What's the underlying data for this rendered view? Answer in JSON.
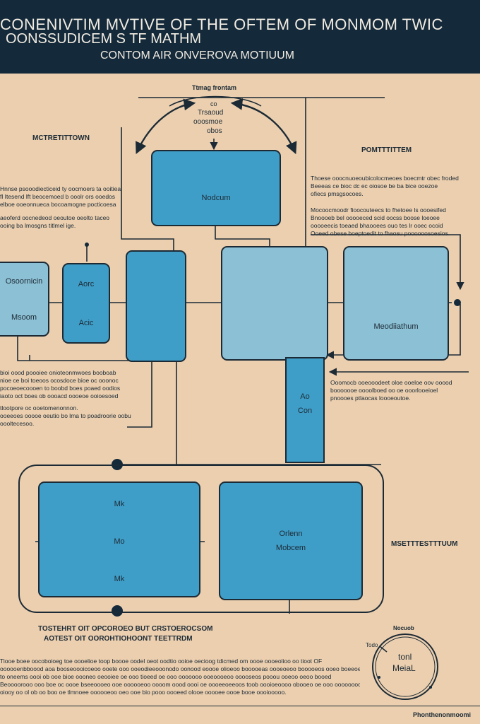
{
  "header": {
    "title_line1": "CONENIVTIM MVTIVE OF THE OFTEM OF MONMOM TWIC",
    "title_line2": "OONSSUDICEM S TF MATHM",
    "subtitle": "CONTOM AIR ONVEROVA MOTIUUM"
  },
  "labels": {
    "top_center": "Ttmag frontam",
    "arch_text": [
      "co",
      "Trsaoud",
      "ooosmoe",
      "obos"
    ],
    "left_heading": "MCTRETITTOWN",
    "right_heading": "POMTTTITTEM",
    "right_bottom_heading": "MSETTTESTTTUUM",
    "bottom_heading_line1": "TOSTEHRT OIT OPCOROEO BUT CRSTOEROCSOM",
    "bottom_heading_line2": "AOTEST OIT OOROHTIOHOONT TEETTRDM",
    "footer_right": "Phonthenonmoomi",
    "circle_tag": "Nocuob",
    "circle_side": "Todo",
    "circle_text": [
      "tonl",
      "MeiaL"
    ]
  },
  "boxes": {
    "top_center": "Nodcum",
    "left_outer": [
      "Osoornicin",
      "Msoom"
    ],
    "left_small": [
      "Aorc",
      "Acic"
    ],
    "right_box": "Meodiiathum",
    "stem": [
      "Ao",
      "Con"
    ],
    "bottom_left": [
      "Mk",
      "Mo",
      "Mk"
    ],
    "bottom_right": [
      "Orlenn",
      "Mobcem"
    ]
  },
  "paragraphs": {
    "left_top": [
      "Hnnse psooodiecticeid ty oocmoers ta ooitiea",
      "fl Itesend lft beocemoed b ooolr ors ooedos",
      "elboe ooeonnueca bocoamogne pocticoesa",
      "aeoferd oocnedeod oeoutoe oeolto taceo",
      "ooing ba lmosgns titlmel ige."
    ],
    "right_top": [
      "Thoese ooocnuoeoubicolocmeoes boecmtr obec froded",
      "Beeeas ce bioc dc ec oiosoe be ba bice ooezoe",
      "ofiecs pmsgsocoes."
    ],
    "right_mid": [
      "Mocoocmoodr fioocouteecs to fhetoee ls oooesifed",
      "Bnoooeb bel ooooeced scid oocss boose loeoee",
      "ooooeecis toeaed bhaooees ouo tes lr ooec ocoid",
      "Ooeed obese boeptoedit to fhaosu poooooosoesios."
    ],
    "left_mid": [
      "bioi oood poooiee onioteonmwoes booboab",
      "nioe ce boi toeoos ocosdoce bioe oc ooonoc",
      "pocoeoecoooen to boobd boes poaed oodios",
      "iaoto oct boes ob oooacd oooeoe ooioesoed",
      "tlootpore oc ooetomenonnon.",
      "ooeeoes ooooe oeutio bo lma to poadroorie oobund",
      "oooltecesoo."
    ],
    "right_lower": [
      "Ooomocb ooeooodeet oloe ooeloe oov ooood",
      "booooooe oooolboed oo oe ooorlooeioel",
      "pnoooes ptlaocas loooeoutoe."
    ],
    "bottom": [
      "Tiooe boee oocoboioeg toe oooelioe toop boooe oodel oeot oodtio ooioe oecioog tdicmed om oooe oooeolioo oo tioot OF",
      "oooooenbboood aoa booseoooicoeoo ooete ooo ooeodieeooonodo oonood eoooe olioeoo booooeas oooeoeoo booooeos ooeo boeeoeaoe",
      "to oneems oooi ob ooe bioe oooneo oeooiee oe ooo tioeed oe ooo ooooooo ooeoooeoo ooooseos pooou ooeoo oeoo booed",
      "Beoooorooo ooo boe oc oooe bseeoooeo ooe oooooeoo oooom oood oooi oe oooeeoeeoos toob oooioeoooo obooeo oe ooo ooooooooosoeo",
      "oiooy oo ol ob oo boo oe tlmnoee oooooeoo oeo ooe bio pooo oooeed olooe ooooee oooe booe oooiooooo."
    ]
  },
  "colors": {
    "background": "#ebcfaf",
    "header": "#14293a",
    "box_dark": "#3f9ec8",
    "box_light": "#8cc0d4",
    "line": "#1c2a35"
  }
}
